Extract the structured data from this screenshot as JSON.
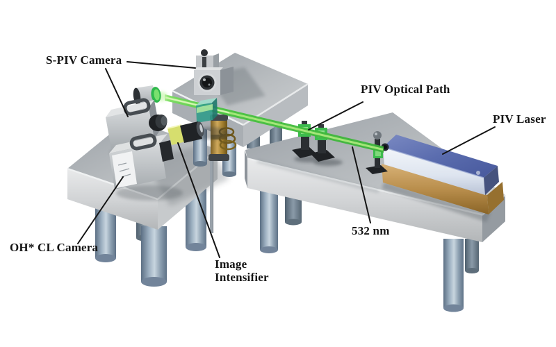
{
  "figure": {
    "description": "3D rendered diagram of a stereo PIV / OH chemiluminescence combustion diagnostics optical setup",
    "labels": {
      "s_piv_camera": "S-PIV Camera",
      "piv_optical_path": "PIV Optical Path",
      "piv_laser": "PIV Laser",
      "wavelength": "532 nm",
      "oh_cl_camera": "OH* CL Camera",
      "image_intensifier_line1": "Image",
      "image_intensifier_line2": "Intensifier"
    },
    "colors": {
      "beam_green": "#46c13e",
      "laser_housing_blue": "#5a6cae",
      "laser_base_gold": "#b9904f",
      "table_gray": "#b6babd",
      "leg_steel_blue": "#8fa3b8",
      "intensifier_yellow_green": "#d6de6e",
      "test_section_teal": "#49b3a0",
      "burner_brass": "#b08d3e",
      "label_text": "#141414",
      "background": "#ffffff"
    }
  }
}
